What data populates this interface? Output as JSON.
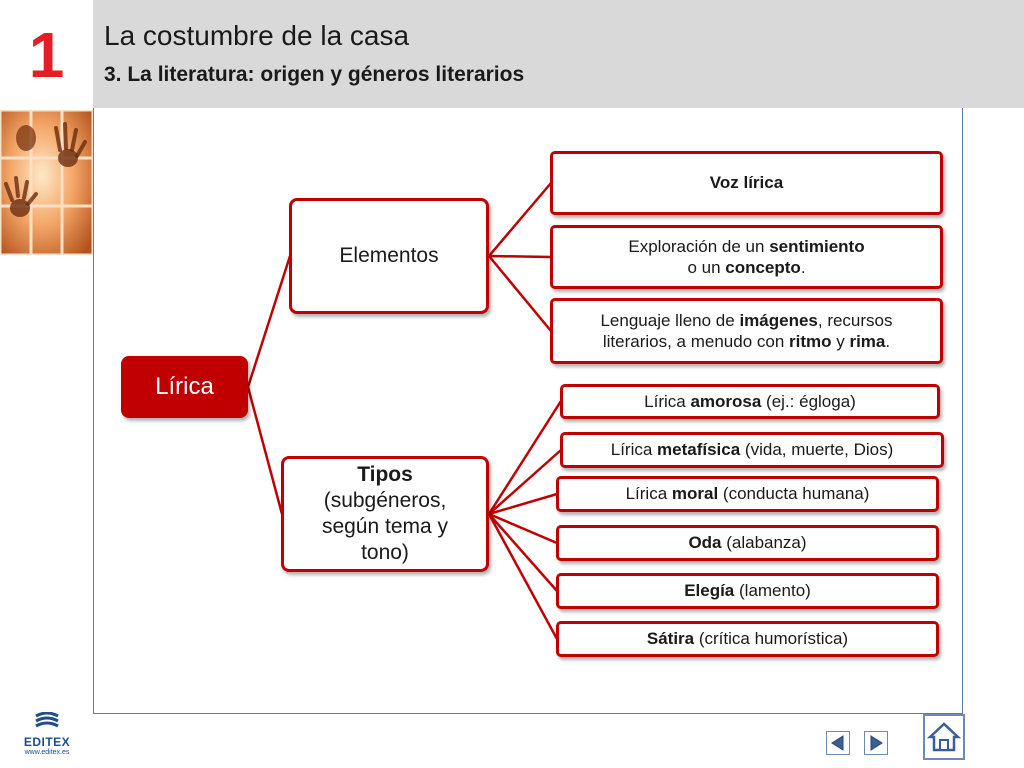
{
  "header": {
    "unit_number": "1",
    "title": "La costumbre de la casa",
    "subtitle": "3. La literatura: origen y géneros literarios"
  },
  "diagram": {
    "root": "Lírica",
    "elementos": {
      "label": "Elementos",
      "items": [
        {
          "bold": "Voz lírica"
        },
        {
          "pre": "Exploración de un ",
          "b1": "sentimiento",
          "mid": "o un ",
          "b2": "concepto",
          "post": "."
        },
        {
          "pre": "Lenguaje lleno de ",
          "b1": "imágenes",
          "mid": ",  recursos literarios, a menudo con ",
          "b2": "ritmo",
          "mid2": " y ",
          "b3": "rima",
          "post": "."
        }
      ]
    },
    "tipos": {
      "label_bold": "Tipos",
      "label_rest": "(subgéneros, según tema y tono)",
      "items": [
        {
          "pre": "Lírica ",
          "bold": "amorosa",
          "post": " (ej.: égloga)"
        },
        {
          "pre": "Lírica ",
          "bold": "metafísica",
          "post": " (vida, muerte, Dios)"
        },
        {
          "pre": "Lírica ",
          "bold": "moral",
          "post": " (conducta humana)"
        },
        {
          "pre": "",
          "bold": "Oda",
          "post": " (alabanza)"
        },
        {
          "pre": "",
          "bold": "Elegía",
          "post": " (lamento)"
        },
        {
          "pre": "",
          "bold": "Sátira",
          "post": " (crítica humorística)"
        }
      ]
    }
  },
  "footer": {
    "logo_text": "EDITEX",
    "logo_url": "www.editex.es",
    "prev_icon": "arrow-left-icon",
    "next_icon": "arrow-right-icon",
    "home_icon": "home-icon"
  },
  "colors": {
    "accent": "#c00000",
    "unit_number": "#e41e26",
    "header_bg": "#d9d9d9",
    "frame": "#5a7fa8"
  }
}
